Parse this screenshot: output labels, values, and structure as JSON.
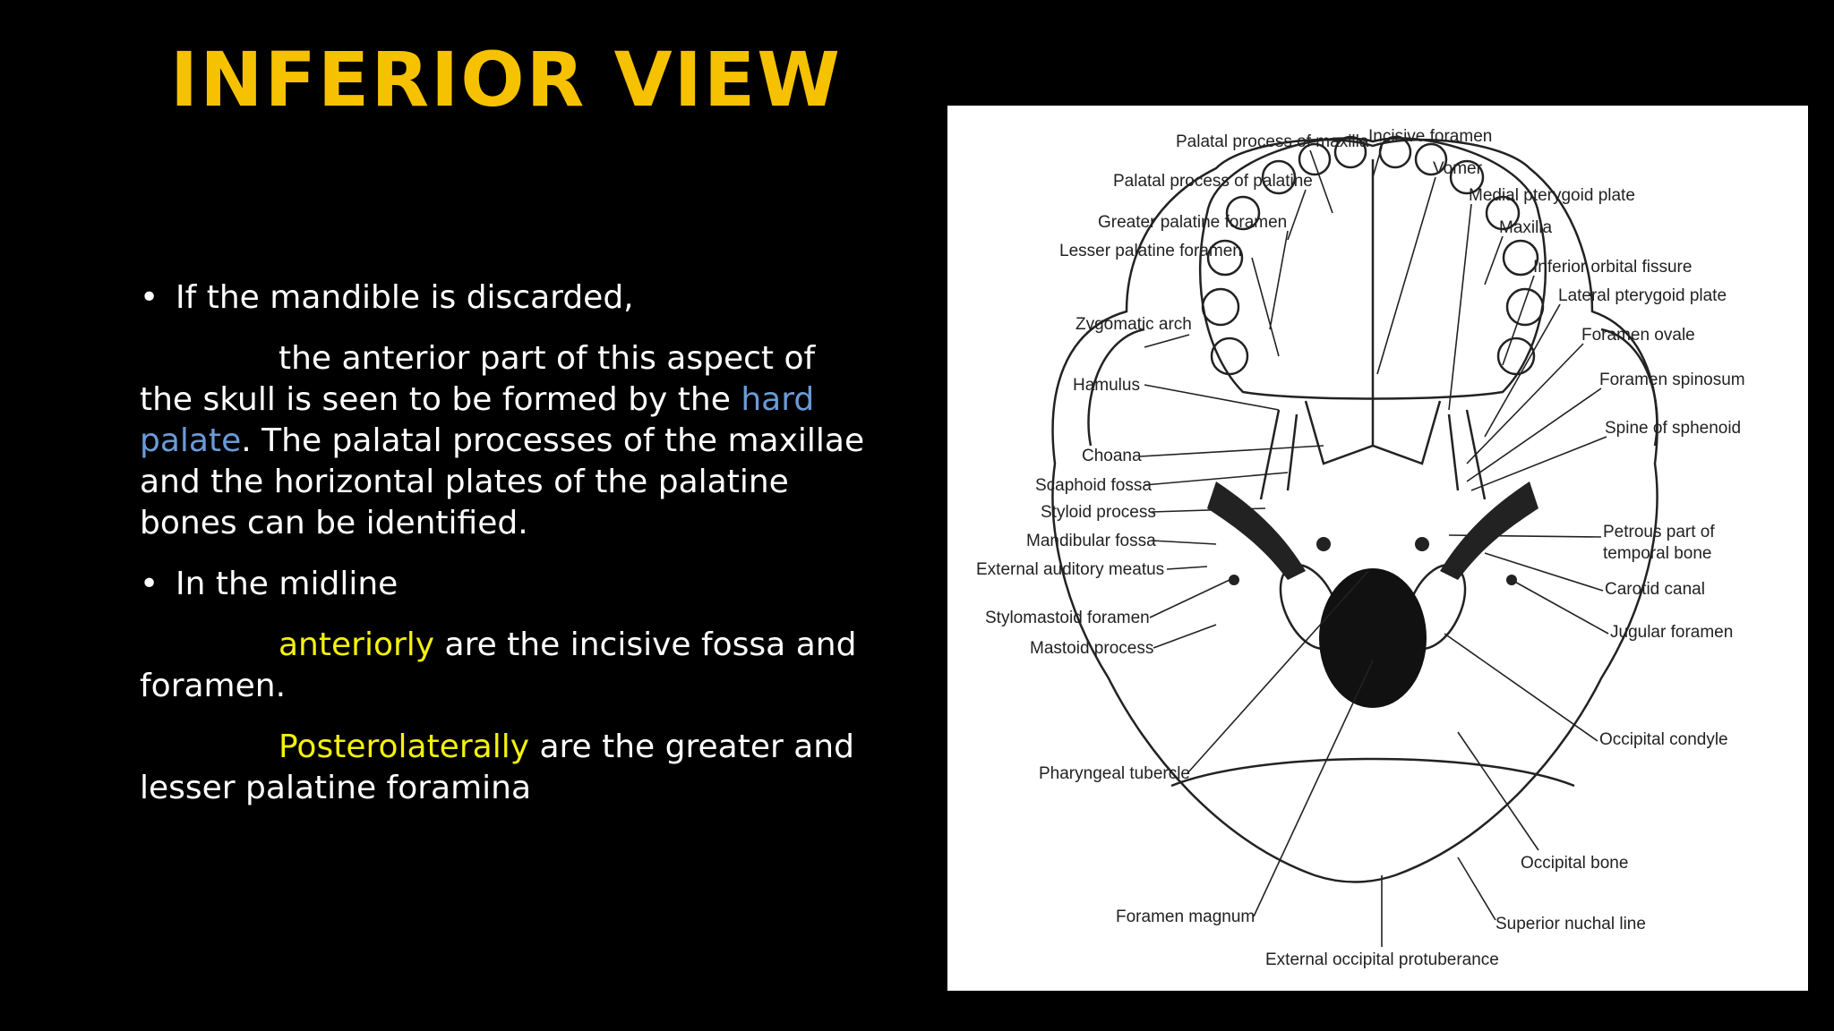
{
  "slide": {
    "title": "INFERIOR VIEW",
    "bullet_glyph": "•",
    "bullets": [
      {
        "heading": "If the mandible is discarded,",
        "text_a": "the anterior part of this aspect of the skull is seen to be formed by the ",
        "highlight": "hard palate",
        "text_b": ". The palatal processes of the maxillae and the horizontal plates of the palatine bones can be identified."
      },
      {
        "heading": "In the midline",
        "p1_highlight": "anteriorly",
        "p1_text": " are the incisive fossa and foramen.",
        "p2_highlight": "Posterolaterally",
        "p2_text": " are the greater and lesser palatine foramina"
      }
    ],
    "colors": {
      "title": "#f6c200",
      "hard_palate": "#6b9bd8",
      "emphasis": "#f4f20a",
      "background": "#000000"
    }
  },
  "diagram": {
    "labels_left": [
      "Palatal process of maxilla",
      "Palatal process of palatine",
      "Greater palatine foramen",
      "Lesser palatine foramen",
      "Zygomatic arch",
      "Hamulus",
      "Choana",
      "Scaphoid fossa",
      "Styloid process",
      "Mandibular fossa",
      "External auditory meatus",
      "Stylomastoid foramen",
      "Mastoid process",
      "Pharyngeal tubercle",
      "Foramen magnum"
    ],
    "labels_right": [
      "Incisive foramen",
      "Vomer",
      "Medial pterygoid plate",
      "Maxilla",
      "Inferior orbital fissure",
      "Lateral pterygoid plate",
      "Foramen ovale",
      "Foramen spinosum",
      "Spine of sphenoid",
      "Petrous part of",
      "temporal bone",
      "Carotid canal",
      "Jugular foramen",
      "Occipital  condyle",
      "Occipital bone",
      "Superior nuchal line",
      "External occipital protuberance"
    ]
  }
}
